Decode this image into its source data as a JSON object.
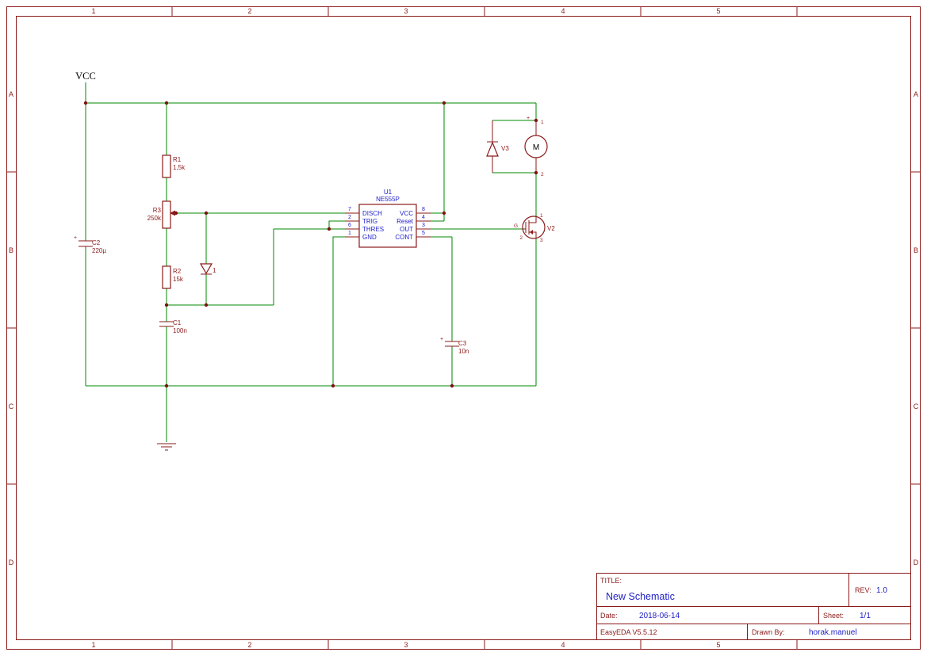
{
  "frame": {
    "columns": [
      "1",
      "2",
      "3",
      "4",
      "5"
    ],
    "rows": [
      "A",
      "B",
      "C",
      "D"
    ]
  },
  "power": {
    "vcc": "VCC"
  },
  "components": {
    "u1": {
      "ref": "U1",
      "part": "NE555P",
      "left_pins": [
        {
          "num": "7",
          "name": "DISCH"
        },
        {
          "num": "2",
          "name": "TRIG"
        },
        {
          "num": "6",
          "name": "THRES"
        },
        {
          "num": "1",
          "name": "GND"
        }
      ],
      "right_pins": [
        {
          "num": "8",
          "name": "VCC"
        },
        {
          "num": "4",
          "name": "Reset"
        },
        {
          "num": "3",
          "name": "OUT"
        },
        {
          "num": "5",
          "name": "CONT"
        }
      ]
    },
    "r1": {
      "ref": "R1",
      "value": "1,5k"
    },
    "r2": {
      "ref": "R2",
      "value": "15k"
    },
    "r3": {
      "ref": "R3",
      "value": "250k"
    },
    "c1": {
      "ref": "C1",
      "value": "100n"
    },
    "c2": {
      "ref": "C2",
      "value": "220µ",
      "polarity": "+"
    },
    "c3": {
      "ref": "C3",
      "value": "10n",
      "polarity": "+"
    },
    "d1": {
      "ref": "1"
    },
    "v3": {
      "ref": "V3"
    },
    "v2": {
      "ref": "V2",
      "gate_label": "G",
      "pin1": "1",
      "pin2": "2",
      "pin3": "3"
    },
    "motor": {
      "label": "M",
      "polarity": "+",
      "pin1": "1",
      "pin2": "2"
    }
  },
  "title_block": {
    "title_label": "TITLE:",
    "title": "New Schematic",
    "rev_label": "REV:",
    "rev": "1.0",
    "date_label": "Date:",
    "date": "2018-06-14",
    "sheet_label": "Sheet:",
    "sheet": "1/1",
    "tool_version": "EasyEDA V5.5.12",
    "drawn_by_label": "Drawn By:",
    "drawn_by": "horak.manuel"
  },
  "colors": {
    "wire": "#008800",
    "symbol": "#8b1a1a",
    "value_text": "#2121c8",
    "frame": "#8b1a1a"
  }
}
